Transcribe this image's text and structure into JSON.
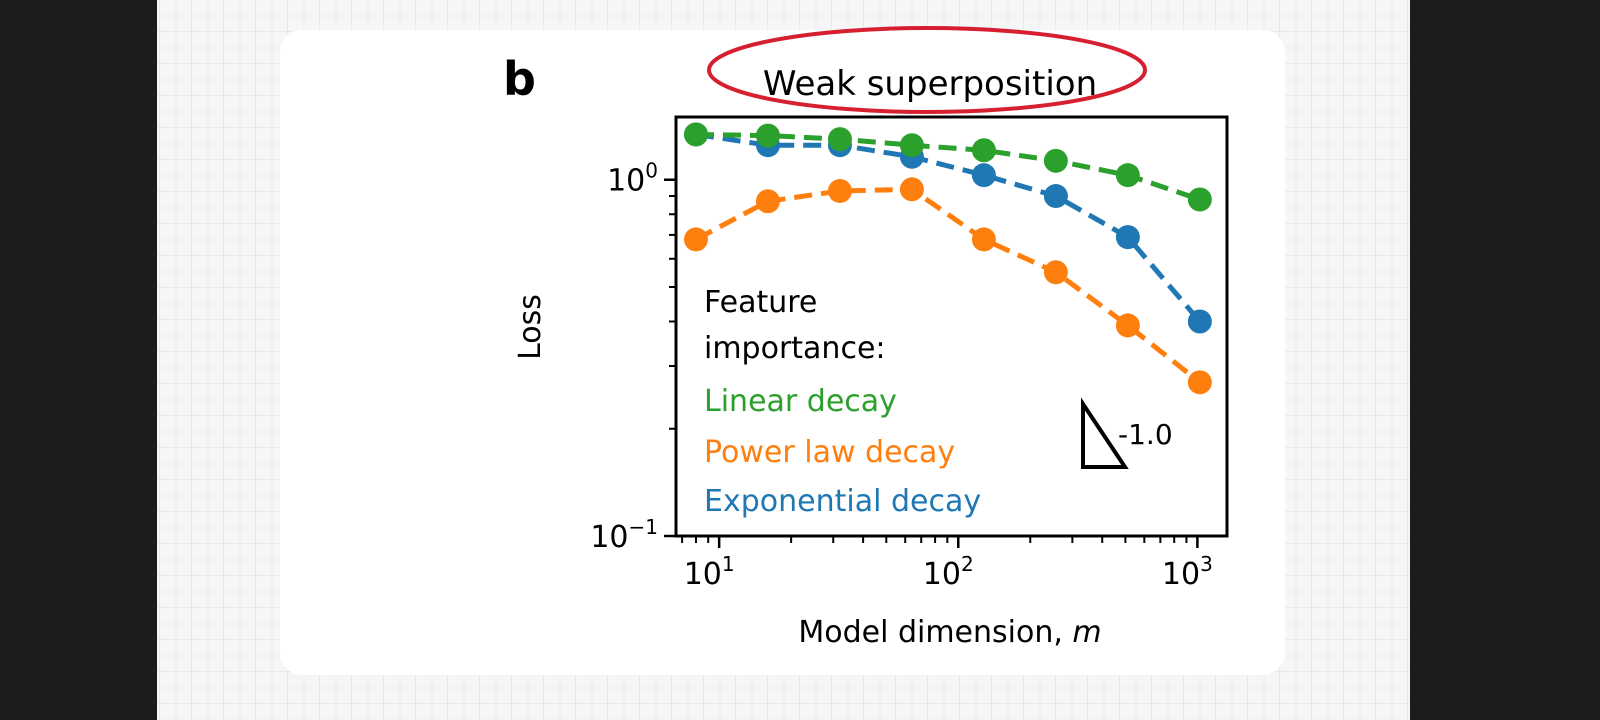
{
  "panel_label": "b",
  "colors": {
    "linear": "#2ca02c",
    "power": "#ff7f0e",
    "exponential": "#1f77b4",
    "highlight_ellipse": "#d62030"
  },
  "chart_data": {
    "type": "line",
    "title": "Weak superposition",
    "xlabel": "Model dimension, ",
    "xlabel_var": "m",
    "ylabel": "Loss",
    "xscale": "log",
    "yscale": "log",
    "xlim": [
      6.6,
      1330
    ],
    "ylim": [
      0.1,
      1.5
    ],
    "xticks": [
      {
        "base": "10",
        "exp": "1"
      },
      {
        "base": "10",
        "exp": "2"
      },
      {
        "base": "10",
        "exp": "3"
      }
    ],
    "yticks": [
      {
        "base": "10",
        "exp": "0"
      },
      {
        "base": "10",
        "exp": "−1"
      }
    ],
    "grid": false,
    "x": [
      8,
      16,
      32,
      64,
      128,
      256,
      512,
      1024
    ],
    "legend_title": "Feature importance:",
    "legend_title_line1": "Feature",
    "legend_title_line2": "importance:",
    "legend_placement": "lower-left",
    "series": [
      {
        "name": "Linear decay",
        "key": "linear",
        "values": [
          1.34,
          1.33,
          1.3,
          1.25,
          1.21,
          1.13,
          1.03,
          0.88
        ]
      },
      {
        "name": "Power law decay",
        "key": "power",
        "values": [
          0.68,
          0.87,
          0.93,
          0.94,
          0.68,
          0.55,
          0.39,
          0.27
        ]
      },
      {
        "name": "Exponential decay",
        "key": "exponential",
        "values": [
          1.34,
          1.25,
          1.25,
          1.16,
          1.03,
          0.9,
          0.69,
          0.4
        ]
      }
    ],
    "annotation": {
      "slope_label": "-1.0"
    }
  }
}
